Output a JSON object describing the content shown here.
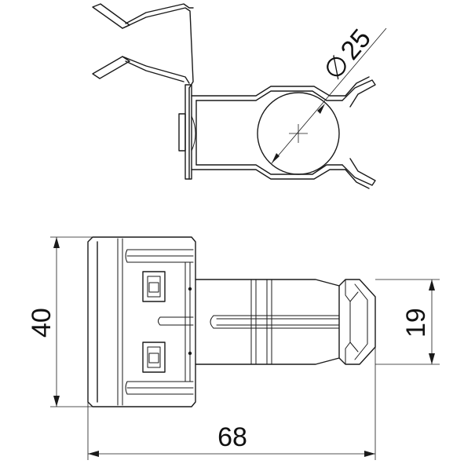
{
  "drawing": {
    "dimensions": {
      "diameter_symbol": "∅",
      "diameter_value": "25",
      "height_value": "40",
      "width_value": "68",
      "opening_value": "19"
    }
  }
}
